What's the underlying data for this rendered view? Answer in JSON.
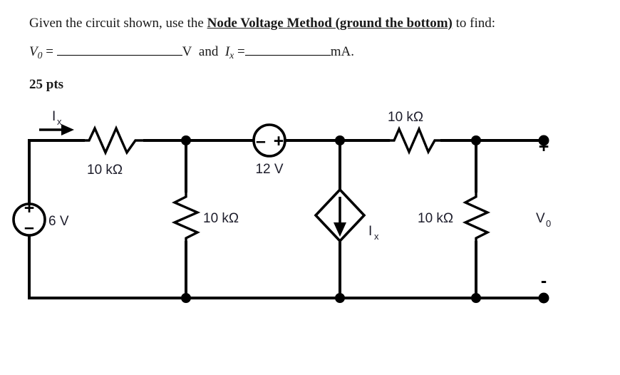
{
  "problem": {
    "line1_part1": "Given the circuit shown, use the ",
    "line1_emphasis": "Node Voltage Method (ground the bottom)",
    "line1_part2": " to find:",
    "unknown1_symbol": "V",
    "unknown1_subscript": "0",
    "equals": " = ",
    "unit1": "V",
    "conjunction": "and",
    "unknown2_symbol": "I",
    "unknown2_subscript": "x",
    "equals2": " =",
    "unit2": "mA.",
    "points": "25 pts"
  },
  "circuit": {
    "title": "node-voltage-circuit",
    "current_label": "I",
    "current_label_sub": "x",
    "source_dc": {
      "value": "6 V",
      "plus": "+",
      "minus": "–"
    },
    "source_series": {
      "value": "12 V",
      "plus": "+",
      "minus": "–"
    },
    "dependent_source": {
      "label": "I",
      "label_sub": "x"
    },
    "resistors": [
      {
        "name": "R1-series-top-left",
        "value": "10 kΩ"
      },
      {
        "name": "R2-shunt-middle",
        "value": "10 kΩ"
      },
      {
        "name": "R3-series-top-right",
        "value": "10 kΩ"
      },
      {
        "name": "R4-shunt-output",
        "value": "10 kΩ"
      }
    ],
    "output": {
      "label": "V",
      "label_sub": "0",
      "terminal_plus": "+",
      "terminal_minus": "-"
    },
    "colors": {
      "wire": "#000000",
      "label_text": "#1d1d2b",
      "background": "#ffffff"
    }
  }
}
